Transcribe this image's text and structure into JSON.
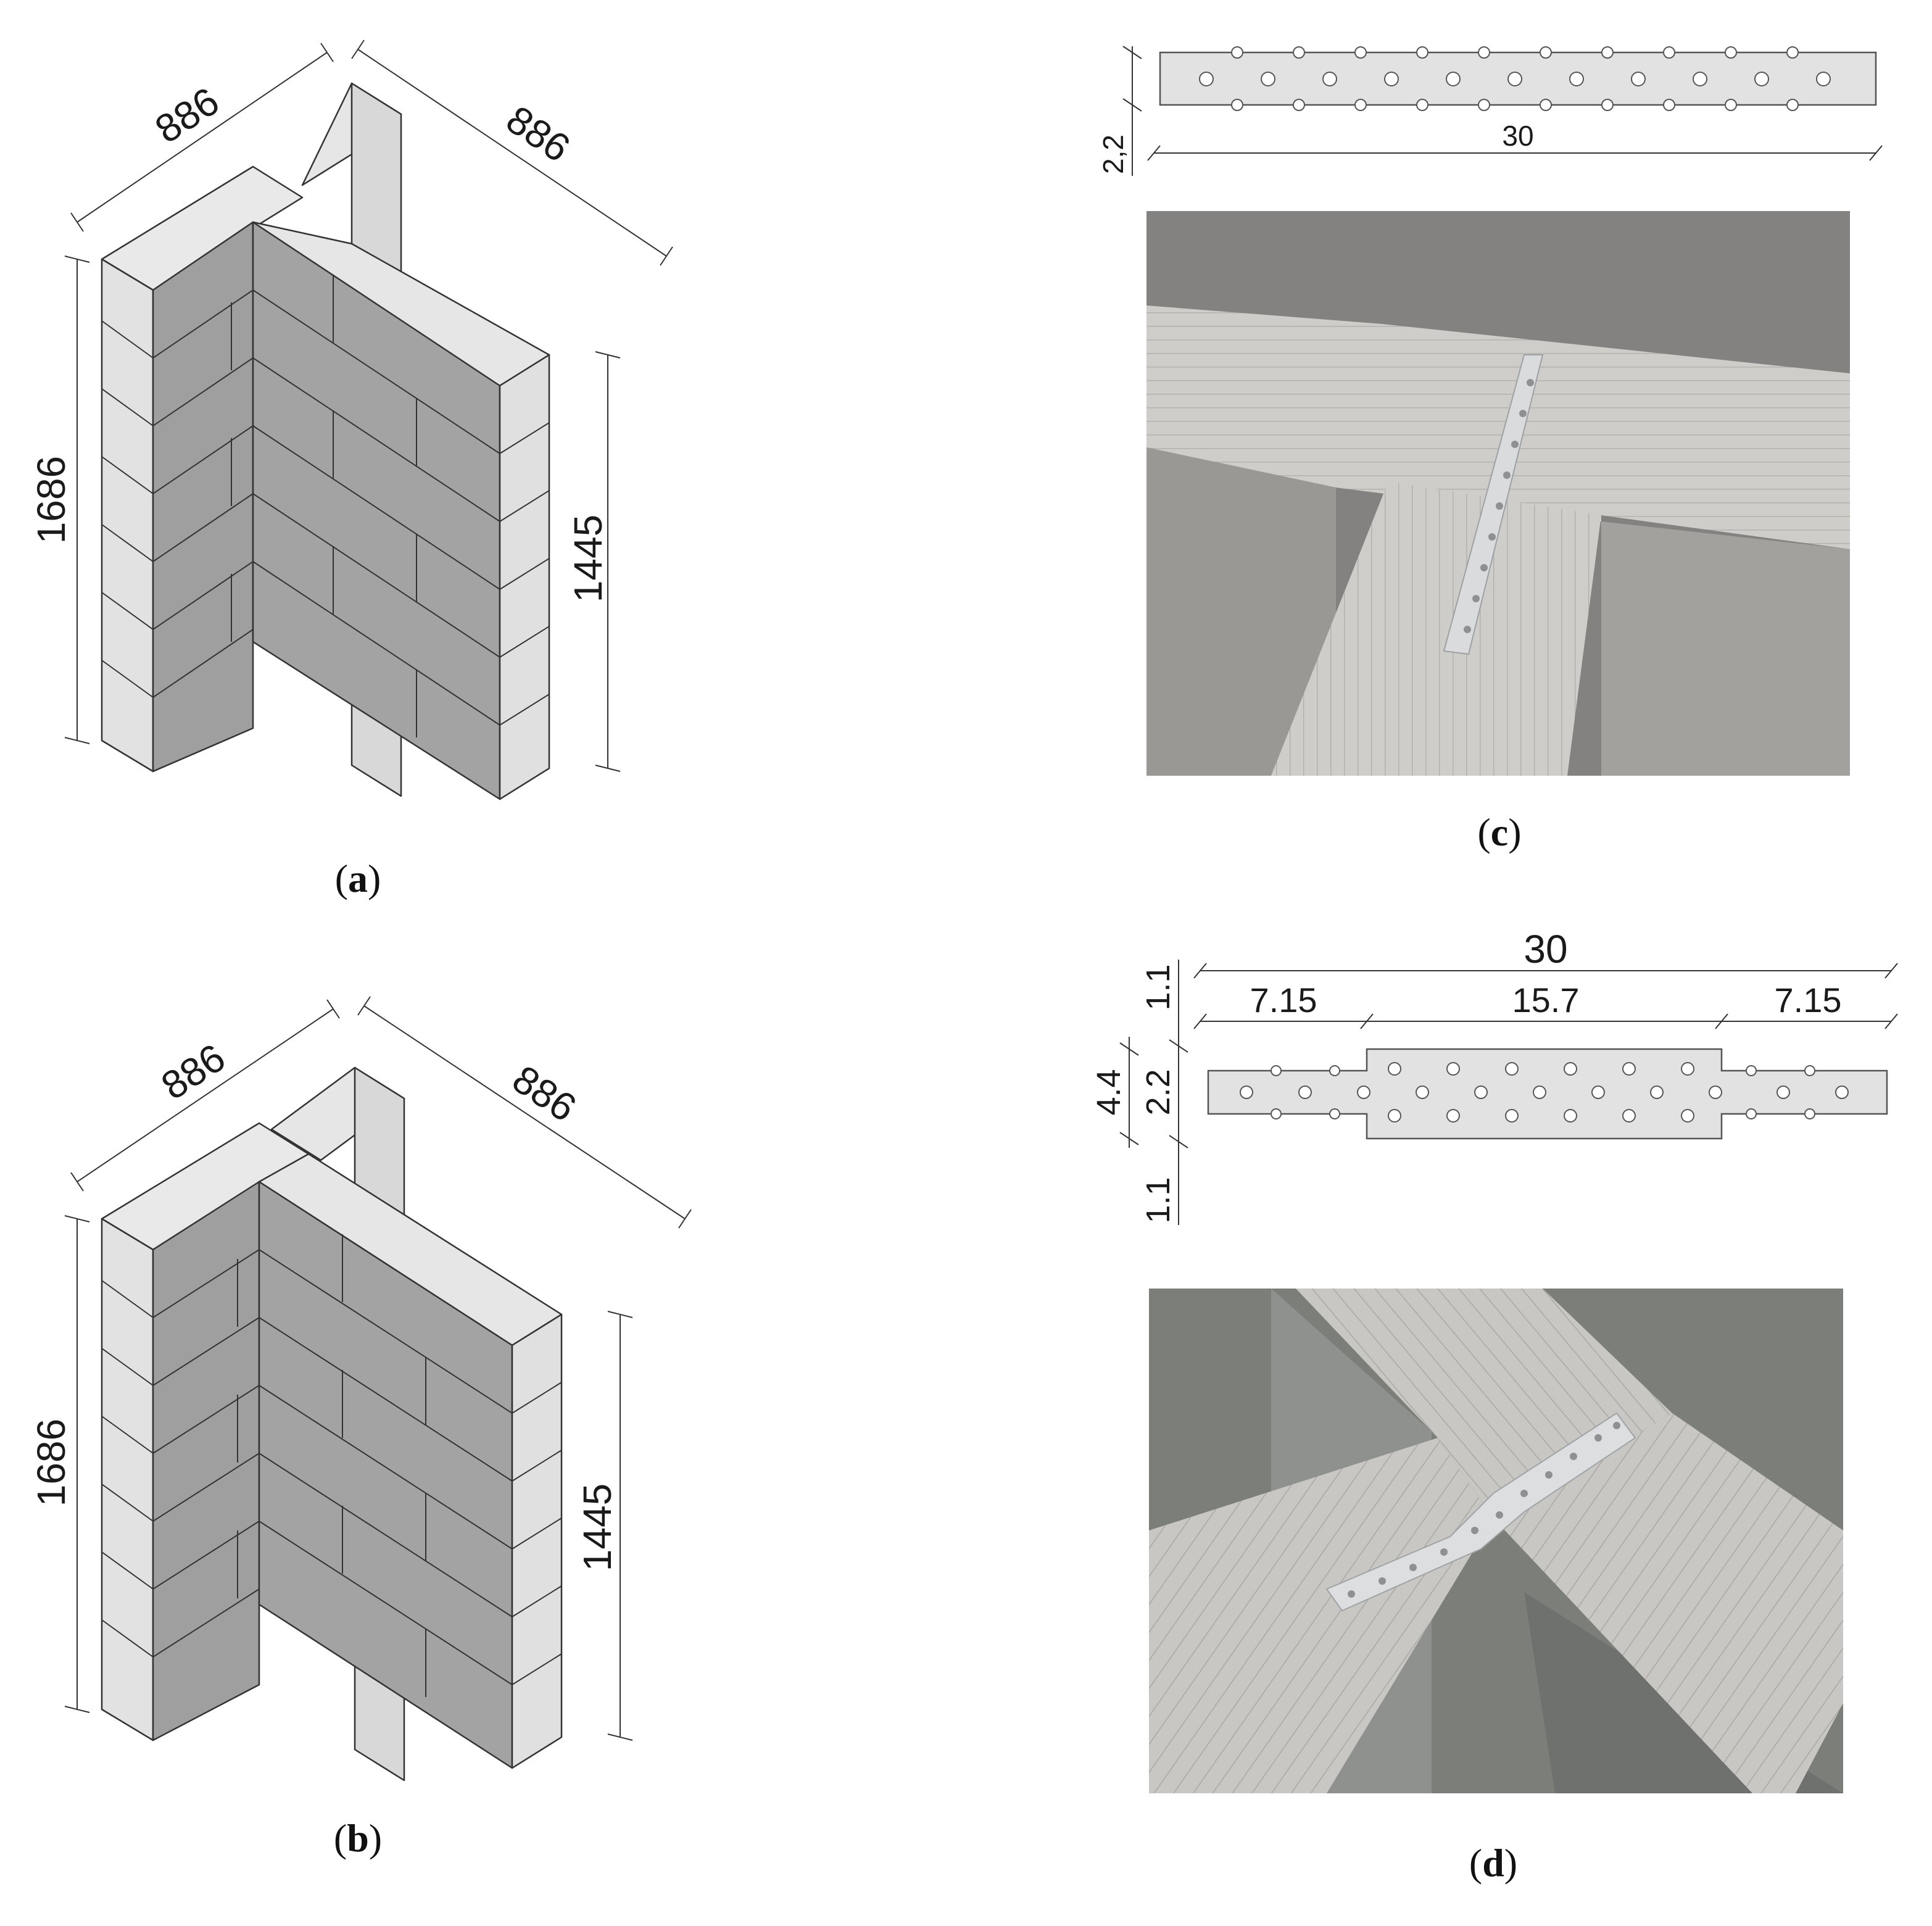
{
  "panel_a": {
    "dims": {
      "top_left": "886",
      "top_right": "886",
      "height_left": "1686",
      "height_right": "1445"
    },
    "caption": "(a)",
    "caption_letter": "a"
  },
  "panel_b": {
    "dims": {
      "top_left": "886",
      "top_right": "886",
      "height_left": "1686",
      "height_right": "1445"
    },
    "caption": "(b)",
    "caption_letter": "b"
  },
  "panel_c": {
    "strip_dims": {
      "height": "2,2",
      "length": "30"
    },
    "photo_desc": "perforated steel strip over T-junction of blocks",
    "caption": "(c)",
    "caption_letter": "c"
  },
  "panel_d": {
    "strip_dims": {
      "total_length": "30",
      "left_segment": "7.15",
      "middle_segment": "15.7",
      "right_segment": "7.15",
      "top_offset": "1.1",
      "total_height": "4.4",
      "narrow_height": "2.2",
      "bottom_offset": "1.1"
    },
    "caption": "(d)",
    "caption_letter": "d"
  },
  "colors": {
    "block_light": "#e4e4e4",
    "block_mid": "#bdbdbd",
    "block_dark": "#9e9e9e",
    "strip": "#e2e2e2",
    "photo_floor": "#7d7d7b",
    "photo_block": "#c9c7c3"
  }
}
